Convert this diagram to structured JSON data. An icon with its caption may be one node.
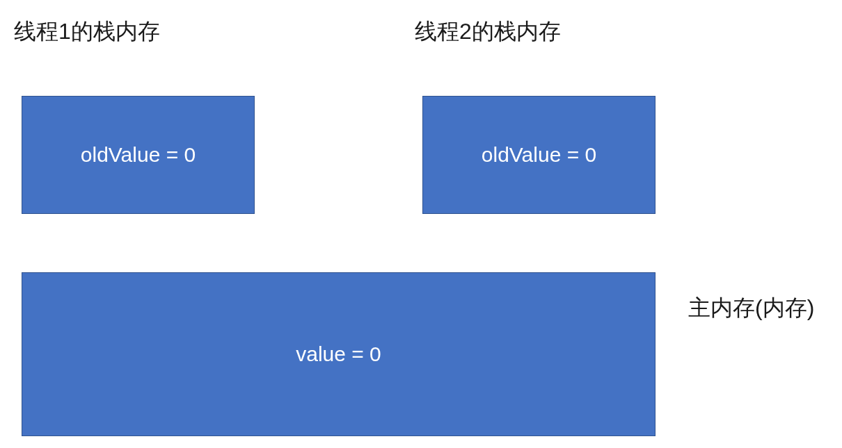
{
  "diagram": {
    "nodes": [
      {
        "text": [
          "线程1的栈内存",
          "oldValue = 0"
        ]
      },
      {
        "text": [
          "线程2的栈内存",
          "oldValue = 0"
        ]
      },
      {
        "text": [
          "value = 0"
        ],
        "beside": [
          "主内存(内存)"
        ]
      }
    ]
  }
}
